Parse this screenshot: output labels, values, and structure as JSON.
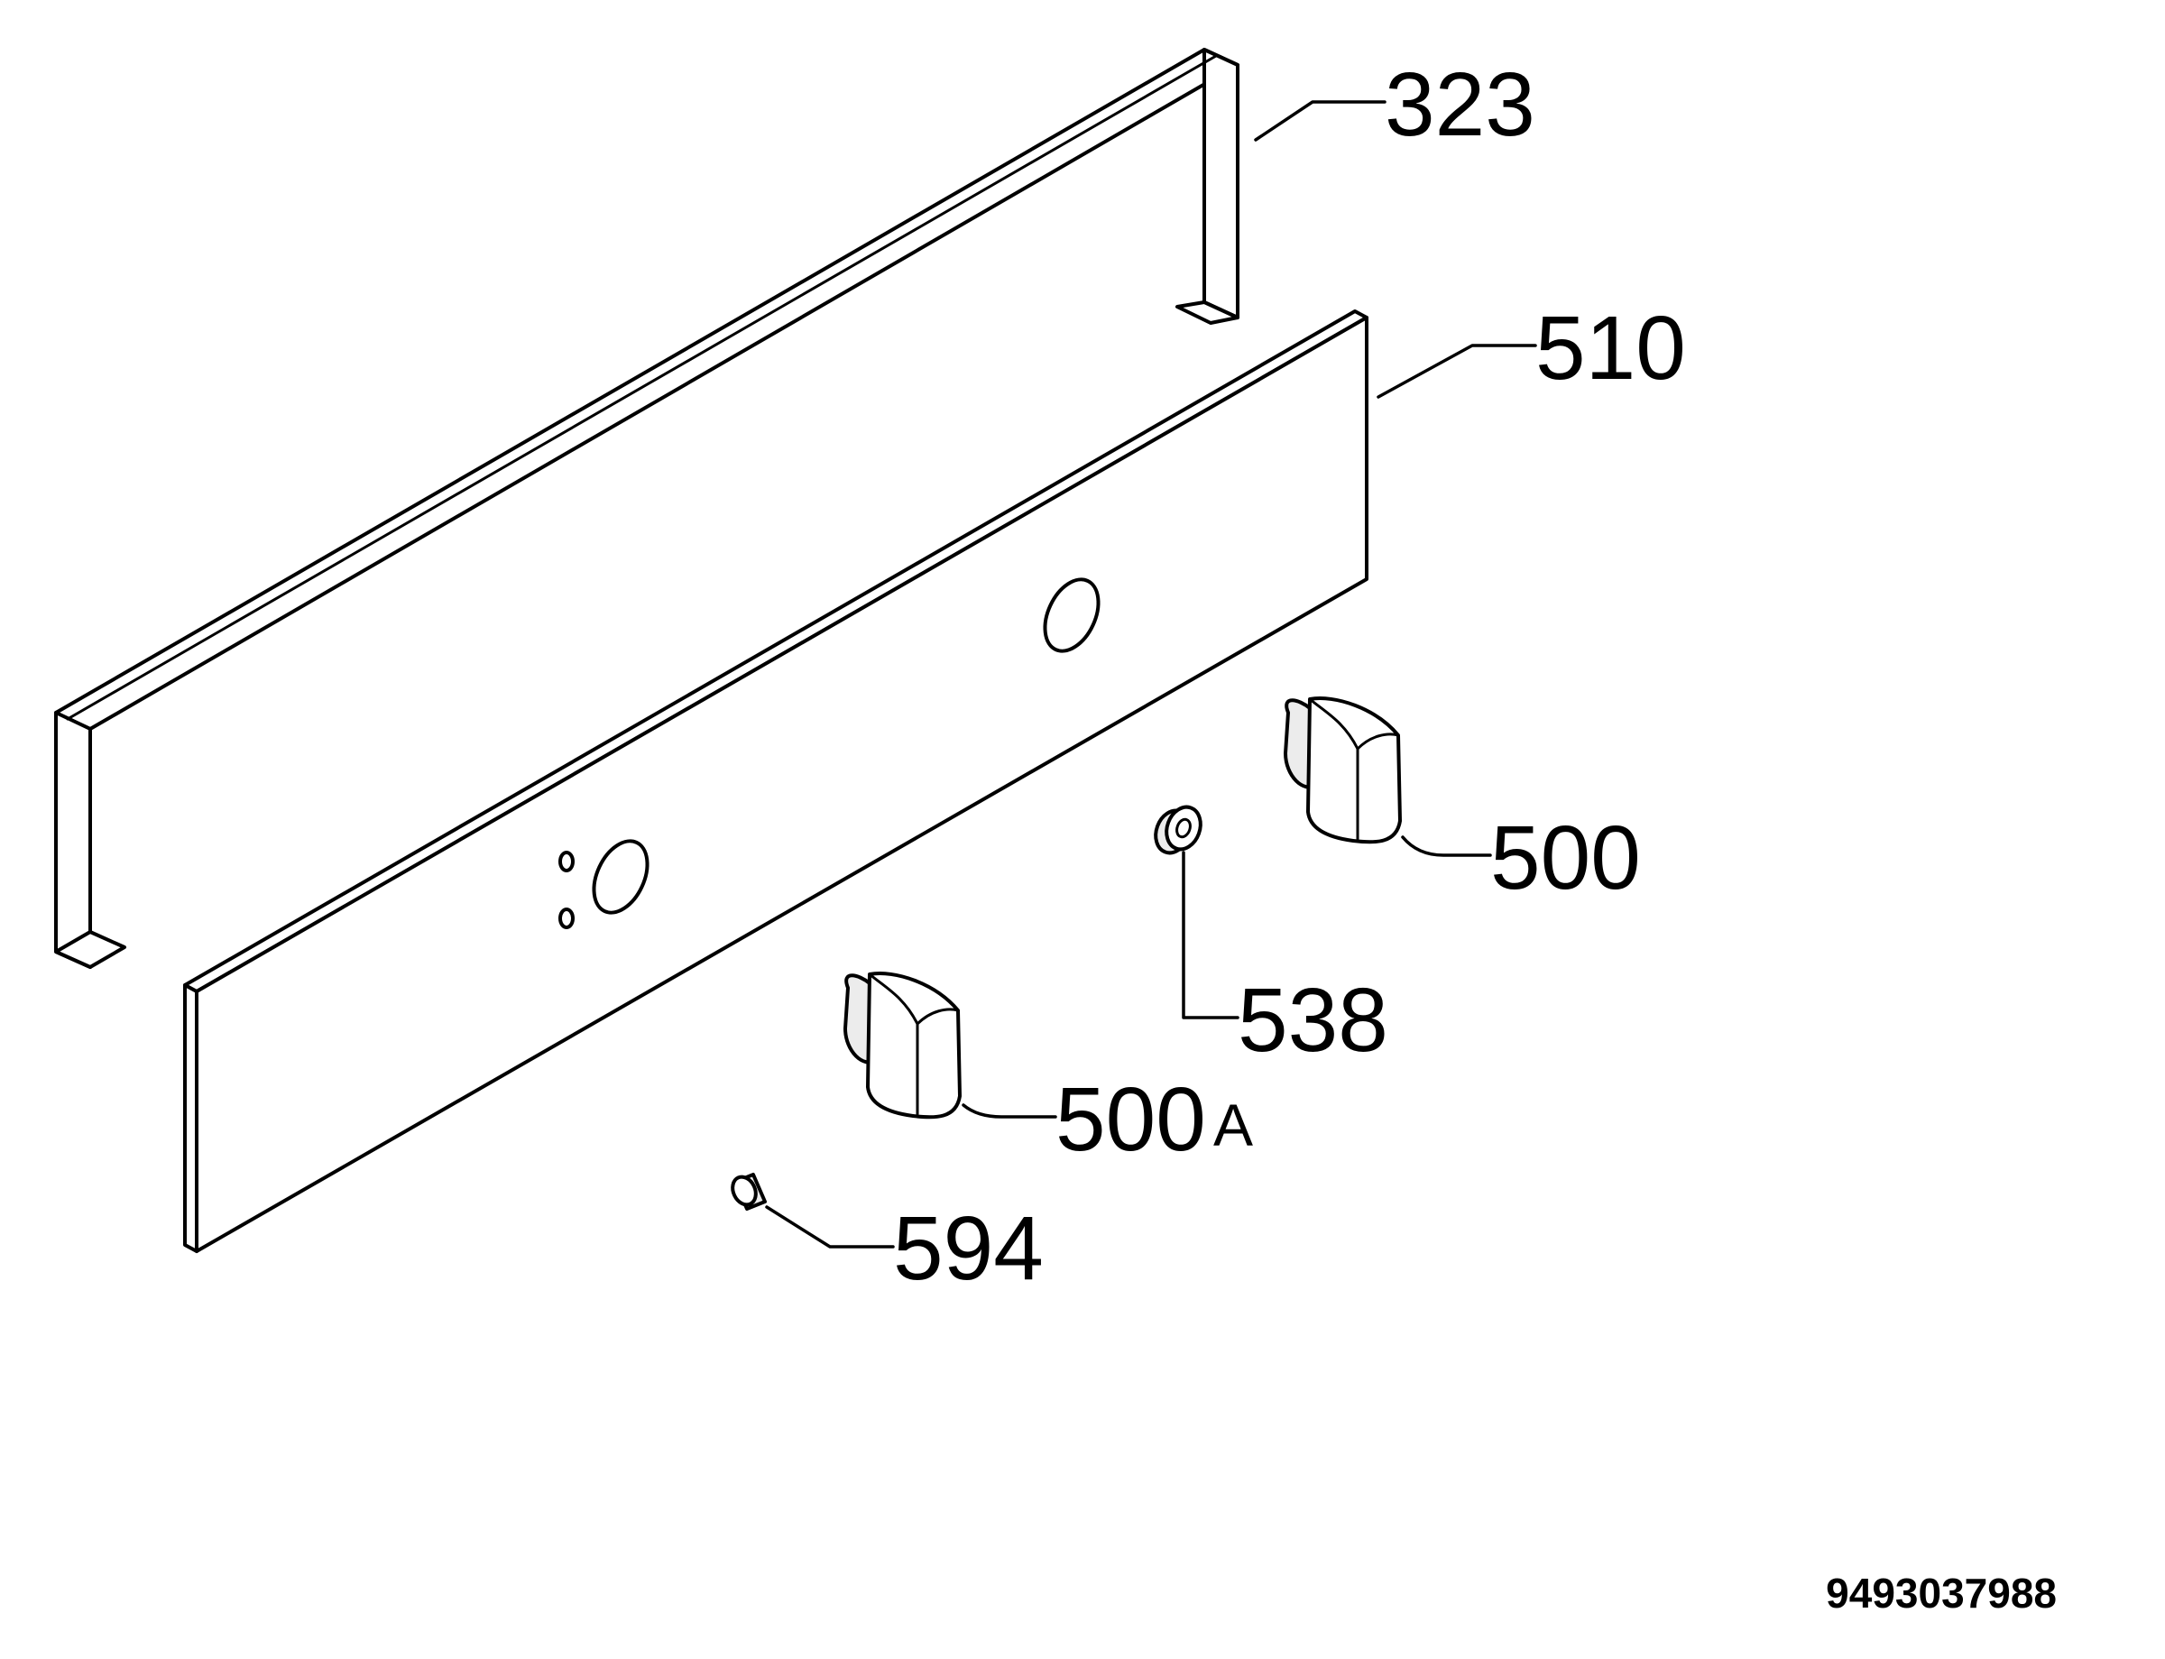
{
  "diagram": {
    "callouts": {
      "c323": "323",
      "c510": "510",
      "c500": "500",
      "c538": "538",
      "c500a_num": "500",
      "c500a_suffix": "A",
      "c594": "594"
    },
    "document_number": "9493037988"
  }
}
